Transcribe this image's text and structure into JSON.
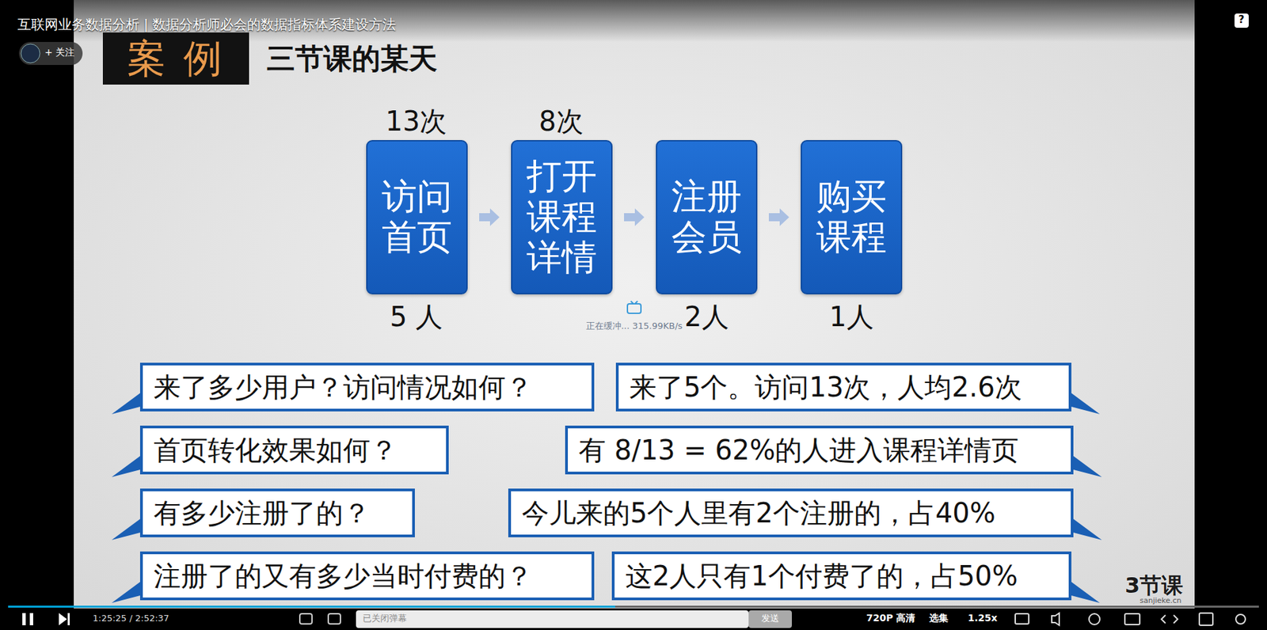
{
  "diagram": {
    "title": "互联网业务数据分析 | 数据分析师必会的数据指标体系建设方法",
    "nodes": [
      {
        "text": [
          "案 例"
        ]
      },
      {
        "text": [
          "访问 首页"
        ]
      },
      {
        "text": [
          "打开 课程 详情"
        ]
      },
      {
        "text": [
          "注册 会员"
        ]
      },
      {
        "text": [
          "购买 课程"
        ]
      },
      {
        "text": [
          "来了多少用户？访问情况如何？"
        ]
      },
      {
        "text": [
          "来了5个。访问13次，人均2.6次"
        ]
      },
      {
        "text": [
          "首页转化效果如何？"
        ]
      },
      {
        "text": [
          "有 8/13 = 62%的人进入课程详情页"
        ]
      },
      {
        "text": [
          "有多少注册了的？"
        ]
      },
      {
        "text": [
          "今儿来的5个人里有2个注册的，占40%"
        ]
      },
      {
        "text": [
          "注册了的又有多少当时付费的？"
        ]
      },
      {
        "text": [
          "这2人只有1个付费了的，占50%"
        ]
      }
    ],
    "edges": [
      {
        "from": 1,
        "to": 2,
        "arrow": "to"
      },
      {
        "from": 2,
        "to": 3,
        "arrow": "to"
      },
      {
        "from": 3,
        "to": 4,
        "arrow": "to"
      }
    ],
    "labels": [
      "+ 关注",
      "三节课的某天",
      "13次",
      "8次",
      "5 人",
      "2人",
      "1人",
      "正在缓冲... 315.99KB/s",
      "3节课",
      "sanjieke.cn",
      "1:25:25 / 2:52:37",
      "已关闭弹幕",
      "发送",
      "720P 高清",
      "选集",
      "1.25x",
      "?"
    ]
  }
}
